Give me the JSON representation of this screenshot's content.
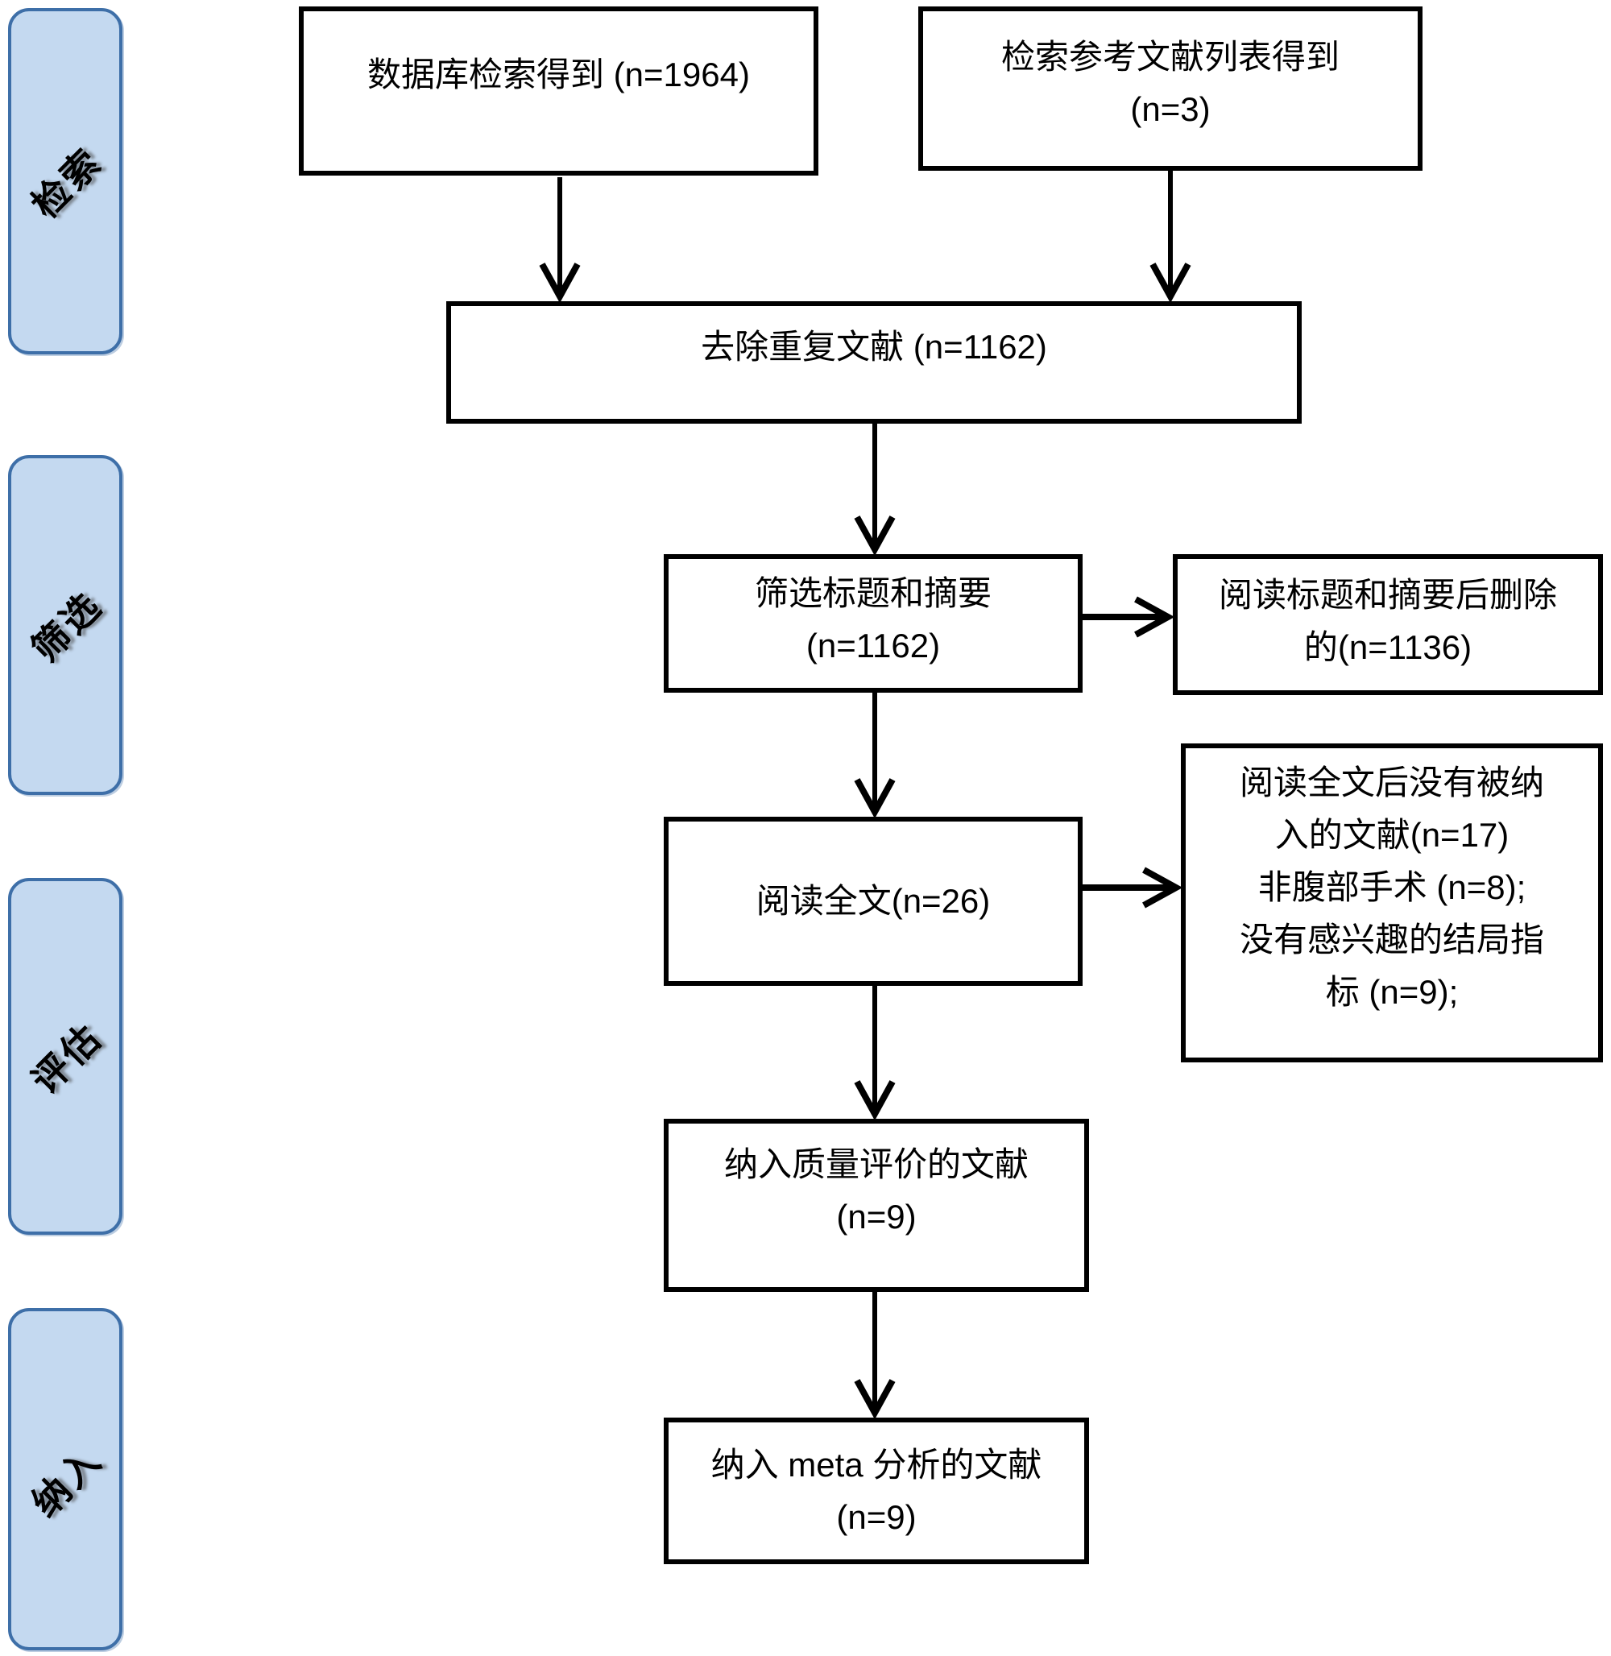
{
  "diagram": {
    "sidebar_stages": [
      {
        "label": "检索"
      },
      {
        "label": "筛选"
      },
      {
        "label": "评估"
      },
      {
        "label": "纳入"
      }
    ],
    "boxes": {
      "db_search": {
        "lines": [
          "数据库检索得到 (n=1964)"
        ]
      },
      "ref_list_search": {
        "lines": [
          "检索参考文献列表得到",
          "(n=3)"
        ]
      },
      "dedup": {
        "lines": [
          "去除重复文献 (n=1162)"
        ]
      },
      "title_abstract_screen": {
        "lines": [
          "筛选标题和摘要",
          "(n=1162)"
        ]
      },
      "title_abstract_removed": {
        "lines": [
          "阅读标题和摘要后删除",
          "的(n=1136)"
        ]
      },
      "full_text": {
        "lines": [
          "阅读全文(n=26)"
        ]
      },
      "full_text_excluded": {
        "lines": [
          "阅读全文后没有被纳",
          "入的文献(n=17)",
          "非腹部手术  (n=8);",
          "没有感兴趣的结局指",
          "标  (n=9);"
        ]
      },
      "quality_eval": {
        "lines": [
          "纳入质量评价的文献",
          "(n=9)"
        ]
      },
      "meta_analysis": {
        "lines": [
          "纳入 meta 分析的文献",
          "(n=9)"
        ]
      }
    },
    "colors": {
      "stage_fill": "#c4d9f0",
      "stage_border": "#3e6fa8",
      "box_border": "#000000",
      "arrow": "#000000"
    }
  }
}
